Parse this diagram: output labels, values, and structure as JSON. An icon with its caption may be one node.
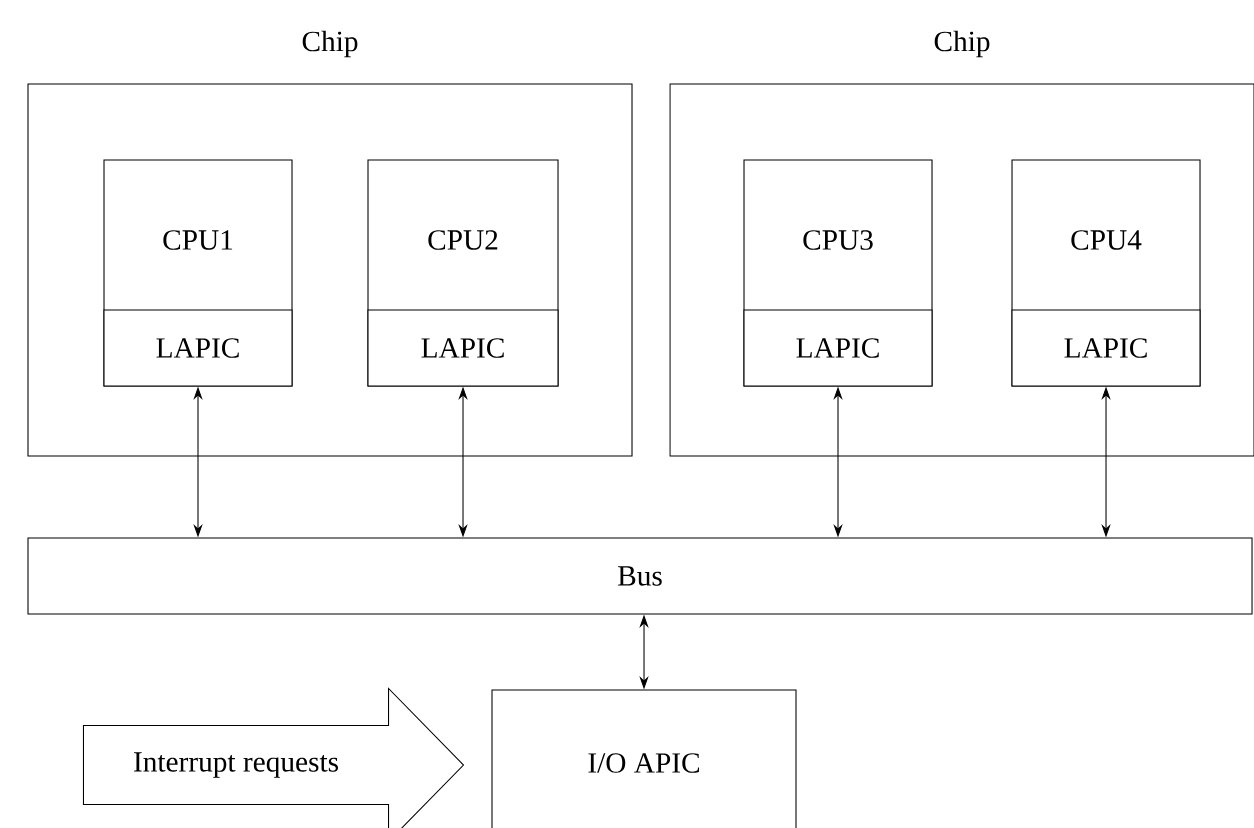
{
  "diagram": {
    "nodes": [
      {
        "text": [
          "Chip"
        ]
      },
      {
        "text": [
          "CPU1"
        ],
        "in": 0
      },
      {
        "text": [
          "LAPIC"
        ],
        "in": 1
      },
      {
        "text": [
          "CPU2"
        ],
        "in": 0
      },
      {
        "text": [
          "LAPIC"
        ],
        "in": 3
      },
      {
        "text": [
          "Chip"
        ]
      },
      {
        "text": [
          "CPU3"
        ],
        "in": 5
      },
      {
        "text": [
          "LAPIC"
        ],
        "in": 6
      },
      {
        "text": [
          "CPU4"
        ],
        "in": 5
      },
      {
        "text": [
          "LAPIC"
        ],
        "in": 8
      },
      {
        "text": [
          "Bus"
        ]
      },
      {
        "text": [
          "Interrupt requests"
        ]
      },
      {
        "text": [
          "I/O APIC"
        ]
      }
    ],
    "edges": [
      {
        "from": 2,
        "to": 10,
        "arrow": "both"
      },
      {
        "from": 4,
        "to": 10,
        "arrow": "both"
      },
      {
        "from": 7,
        "to": 10,
        "arrow": "both"
      },
      {
        "from": 9,
        "to": 10,
        "arrow": "both"
      },
      {
        "from": 10,
        "to": 12,
        "arrow": "both"
      },
      {
        "from": 11,
        "to": 12,
        "arrow": "to"
      }
    ]
  }
}
